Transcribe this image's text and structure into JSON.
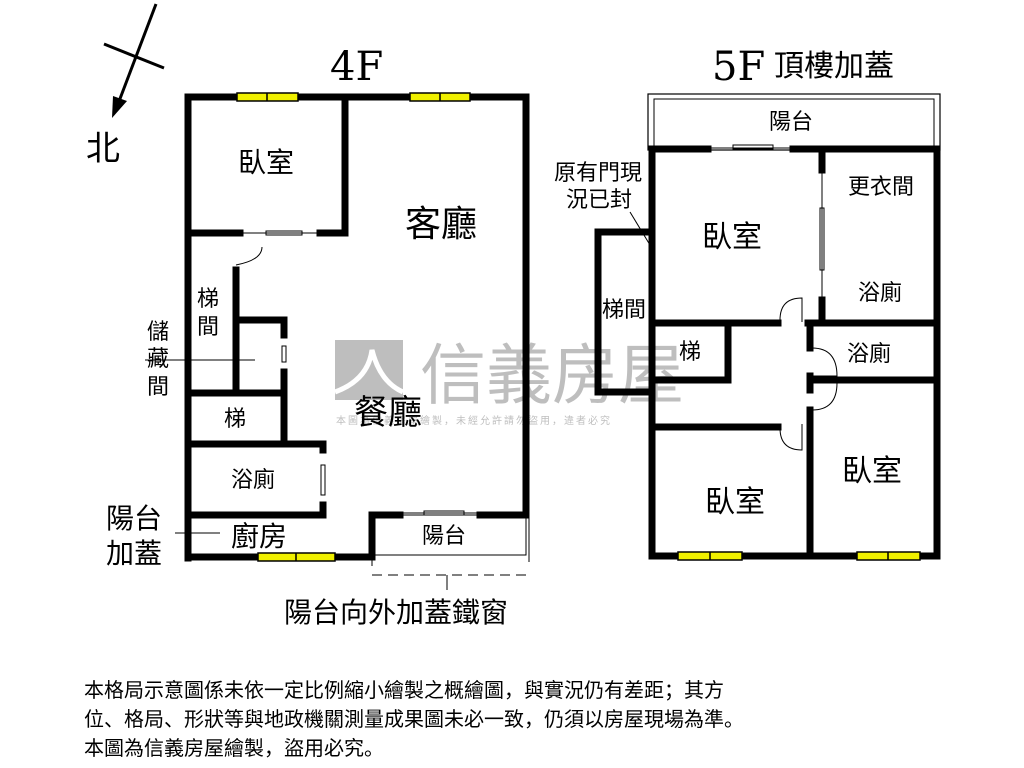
{
  "compass": {
    "north_label": "北"
  },
  "floor4": {
    "title": "4F",
    "rooms": {
      "bedroom": "臥室",
      "living_room": "客廳",
      "stairwell_1": "梯",
      "stairwell_2": "間",
      "storage_1": "儲",
      "storage_2": "藏",
      "storage_3": "間",
      "stairs": "梯",
      "dining_room": "餐廳",
      "bathroom": "浴廁",
      "kitchen": "廚房",
      "balcony": "陽台"
    },
    "annotations": {
      "balcony_addition_1": "陽台",
      "balcony_addition_2": "加蓋",
      "balcony_iron_window": "陽台向外加蓋鐵窗"
    }
  },
  "floor5": {
    "title": "5F",
    "subtitle": "頂樓加蓋",
    "rooms": {
      "balcony": "陽台",
      "bedroom_main": "臥室",
      "dressing_room": "更衣間",
      "bathroom_1": "浴廁",
      "stairwell": "梯間",
      "stairs": "梯",
      "bathroom_2": "浴廁",
      "bedroom_2": "臥室",
      "bedroom_3": "臥室"
    },
    "annotations": {
      "sealed_door_1": "原有門現",
      "sealed_door_2": "況已封"
    }
  },
  "watermark": {
    "brand": "信義房屋",
    "notice": "本圖為信義房屋繪製，未經允許請勿盜用，違者必究"
  },
  "disclaimer": {
    "line1": "本格局示意圖係未依一定比例縮小繪製之概繪圖，與實況仍有差距；其方",
    "line2": "位、格局、形狀等與地政機關測量成果圖未必一致，仍須以房屋現場為準。",
    "line3": "本圖為信義房屋繪製，盜用必究。"
  },
  "colors": {
    "wall": "#000000",
    "window": "#f0f000",
    "watermark": "#9a9a9a"
  }
}
